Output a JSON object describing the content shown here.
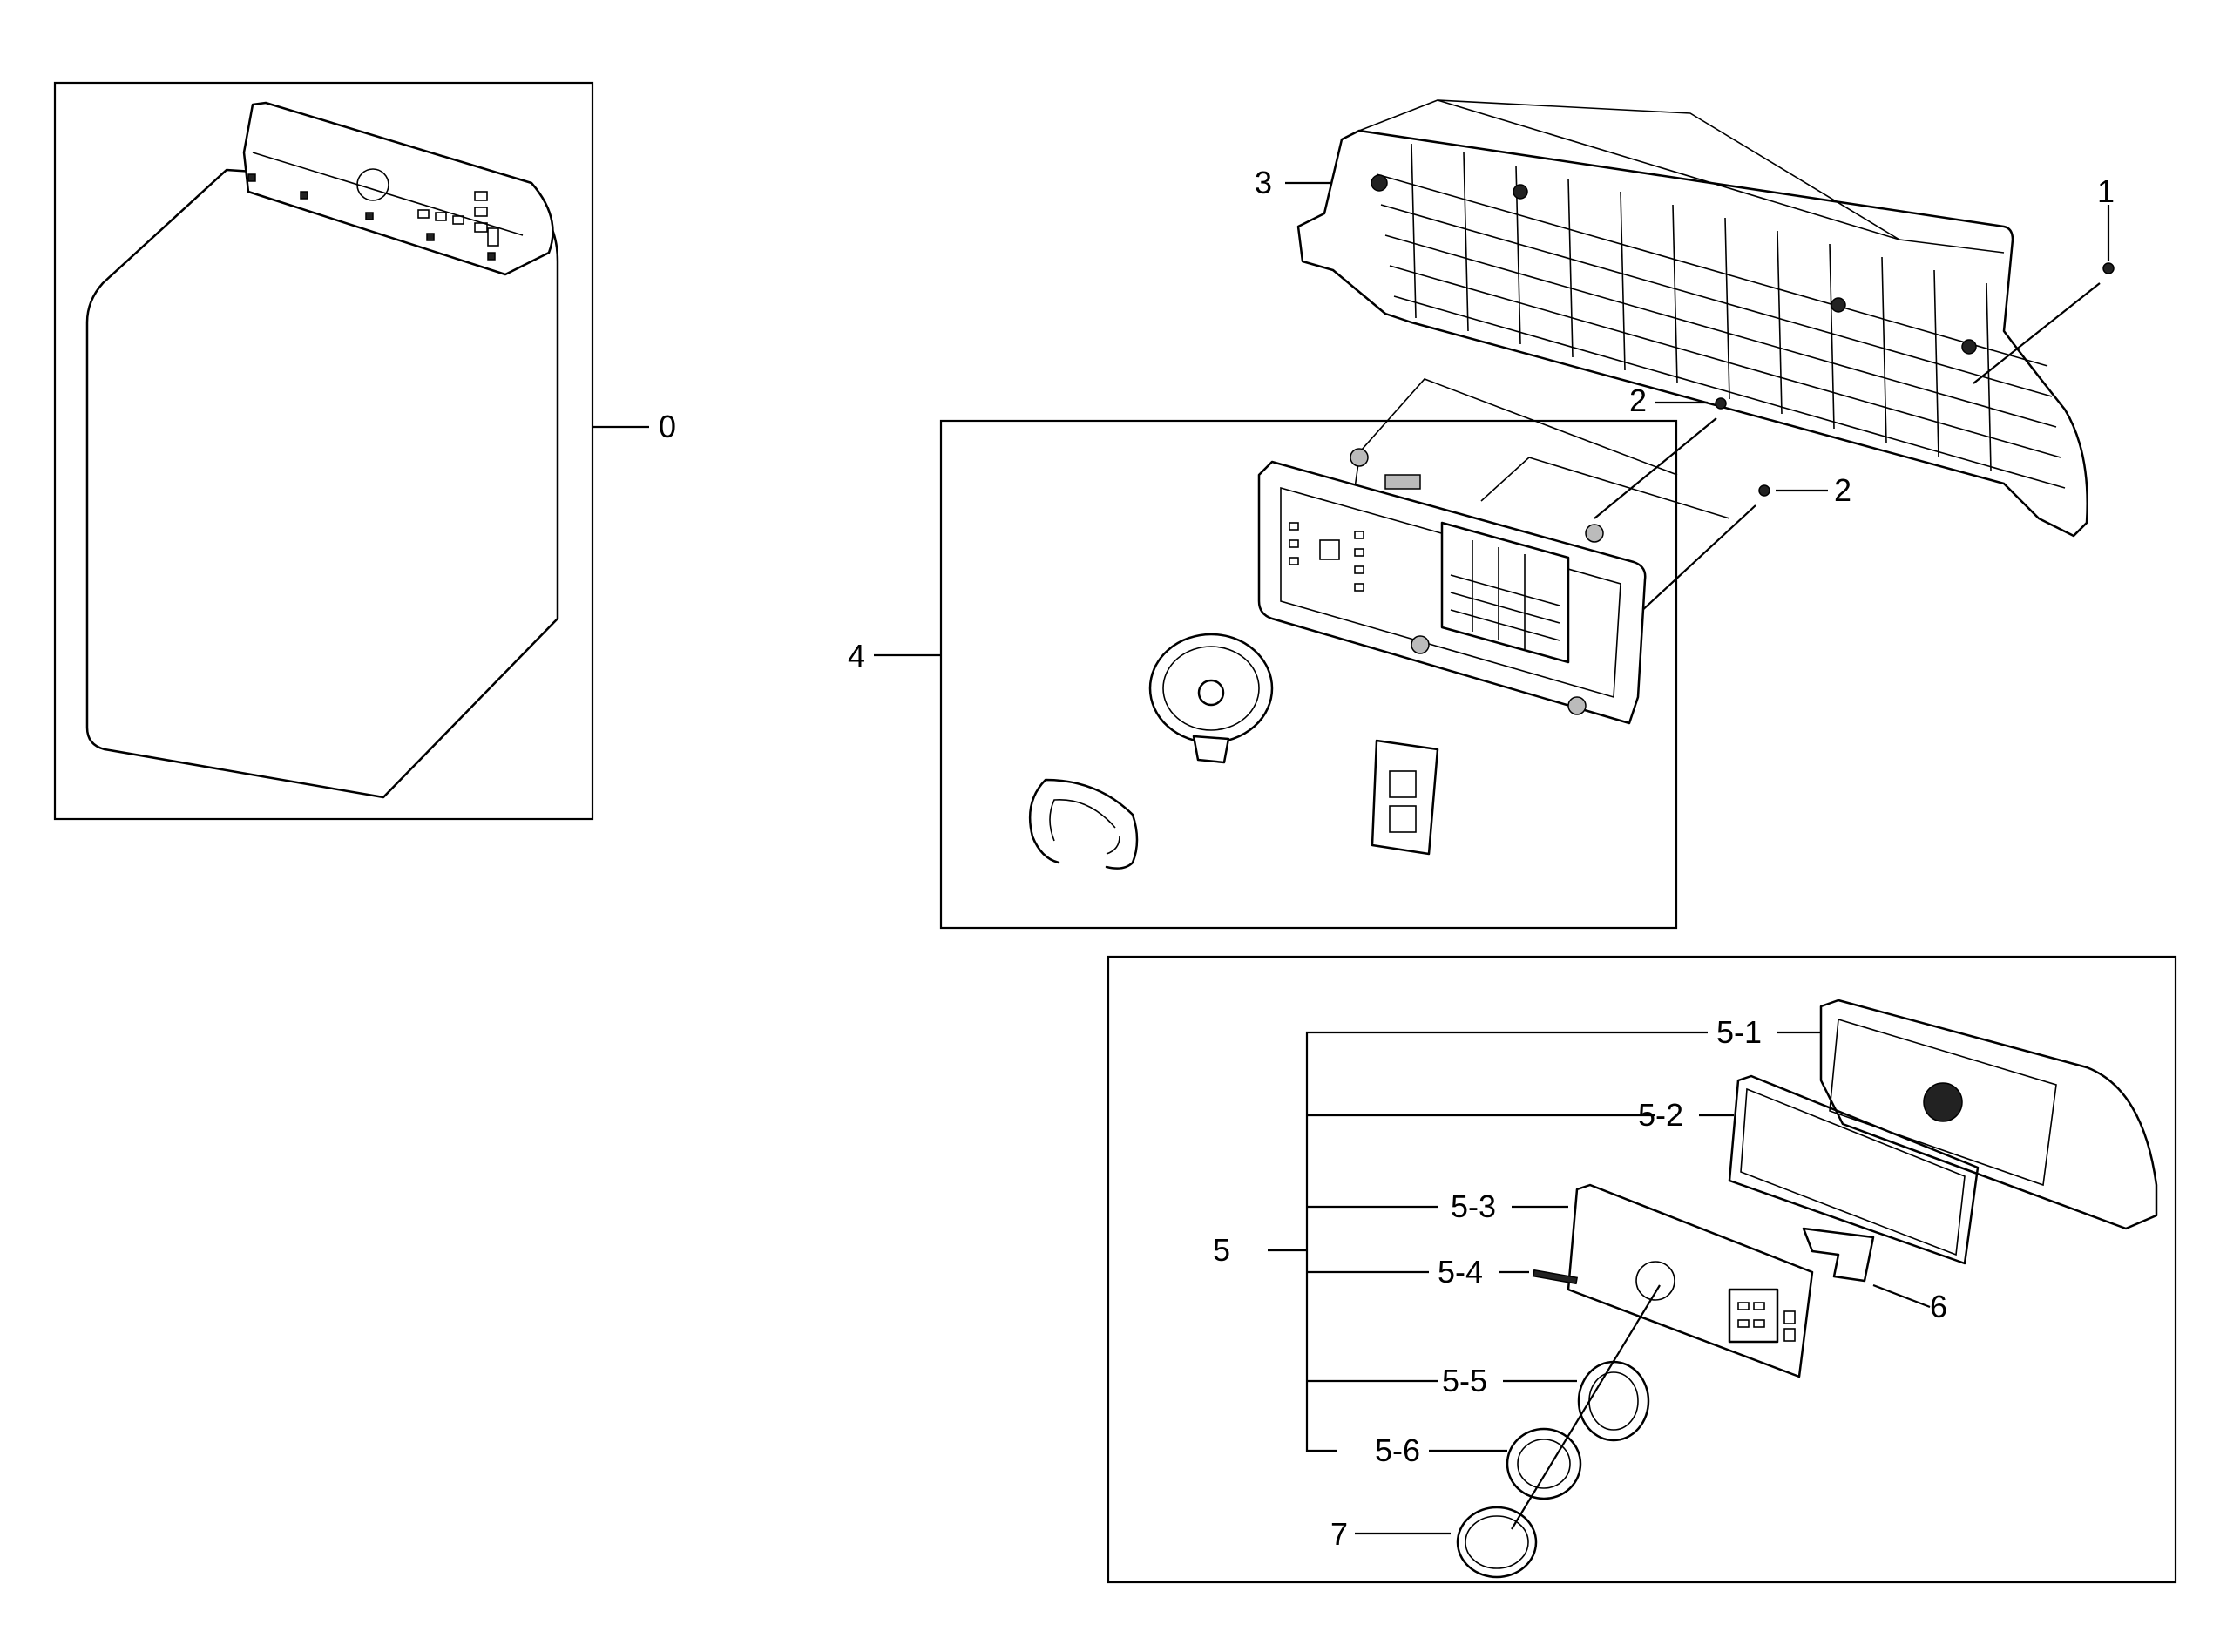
{
  "labels": {
    "l0": "0",
    "l1": "1",
    "l2a": "2",
    "l2b": "2",
    "l3": "3",
    "l4": "4",
    "l5": "5",
    "l5_1": "5-1",
    "l5_2": "5-2",
    "l5_3": "5-3",
    "l5_4": "5-4",
    "l5_5": "5-5",
    "l5_6": "5-6",
    "l6": "6",
    "l7": "7"
  }
}
